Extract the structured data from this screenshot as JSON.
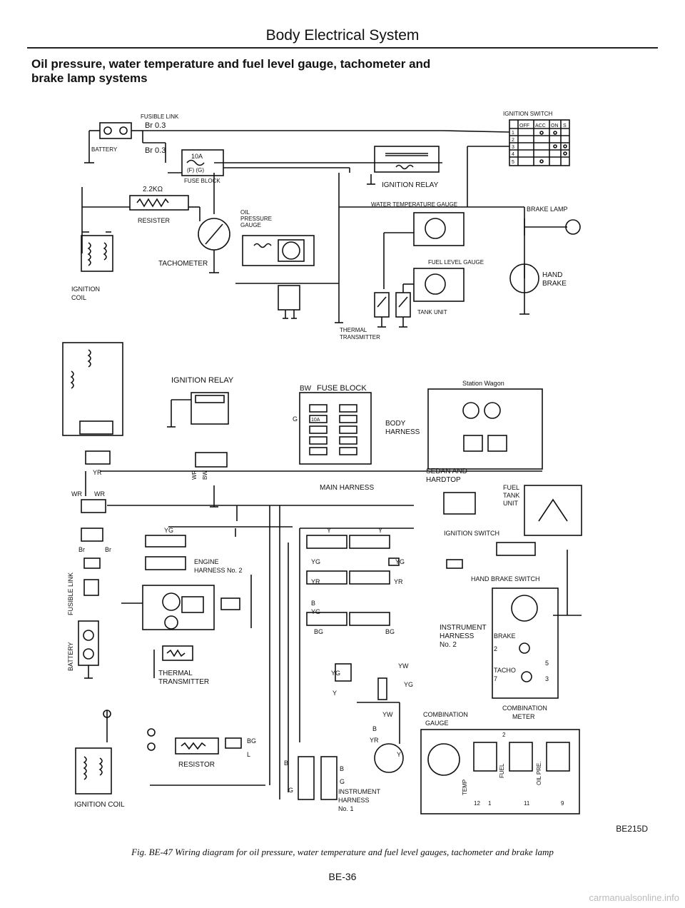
{
  "page": {
    "header": "Body Electrical System",
    "title_line1": "Oil pressure, water temperature and fuel level gauge, tachometer and",
    "title_line2": "brake lamp systems",
    "figure_code": "BE215D",
    "caption": "Fig. BE-47 Wiring diagram for oil pressure, water temperature and fuel level gauges, tachometer and brake lamp",
    "page_number": "BE-36",
    "watermark": "carmanualsonline.info"
  },
  "top_schematic": {
    "fusible_link": "FUSIBLE LINK",
    "wire_br_1": "Br 0.3",
    "wire_br_2": "Br 0.3",
    "battery": "BATTERY",
    "fuse_10a": "10A",
    "fuse_fig": "(F) (G)",
    "fuse_block": "FUSE BLOCK",
    "ignition_relay": "IGNITION RELAY",
    "ignition_switch": "IGNITION SWITCH",
    "switch_positions": [
      "OFF",
      "ACC",
      "ON",
      "S"
    ],
    "switch_rows": [
      "1",
      "2",
      "3",
      "4",
      "5"
    ],
    "resistance": "2.2KΩ",
    "resister": "RESISTER",
    "tachometer": "TACHOMETER",
    "oil_pressure_gauge": [
      "OIL",
      "PRESSURE",
      "GAUGE"
    ],
    "water_temp_gauge": "WATER TEMPERATURE GAUGE",
    "fuel_level_gauge": "FUEL LEVEL GAUGE",
    "brake_lamp": "BRAKE LAMP",
    "hand_brake": [
      "HAND",
      "BRAKE"
    ],
    "ignition_coil": [
      "IGNITION",
      "COIL"
    ],
    "thermal_transmitter": [
      "THERMAL",
      "TRANSMITTER"
    ],
    "tank_unit": "TANK UNIT"
  },
  "bottom_schematic": {
    "ignition_relay": "IGNITION RELAY",
    "fuse_block": "FUSE BLOCK",
    "wire_bw_fuse": "BW",
    "wire_g": "G",
    "fuse_10a": "10A",
    "body_harness": [
      "BODY",
      "HARNESS"
    ],
    "main_harness": "MAIN HARNESS",
    "station_wagon": "Station Wagon",
    "sedan_hardtop": [
      "SEDAN AND",
      "HARDTOP"
    ],
    "fuel_tank_unit": [
      "FUEL",
      "TANK",
      "UNIT"
    ],
    "ignition_switch": "IGNITION SWITCH",
    "engine_harness": [
      "ENGINE",
      "HARNESS No. 2"
    ],
    "hand_brake_switch": "HAND BRAKE SWITCH",
    "instrument_harness_2": [
      "INSTRUMENT",
      "HARNESS",
      "No. 2"
    ],
    "brake": "BRAKE",
    "tacho": "TACHO",
    "combination_gauge": [
      "COMBINATION",
      "GAUGE"
    ],
    "combination_meter": [
      "COMBINATION",
      "METER"
    ],
    "thermal_transmitter": [
      "THERMAL",
      "TRANSMITTER"
    ],
    "resistor": "RESISTOR",
    "ignition_coil": "IGNITION COIL",
    "instrument_harness_1": [
      "INSTRUMENT",
      "HARNESS",
      "No. 1"
    ],
    "fusible_link": "FUSIBLE LINK",
    "battery": "BATTERY",
    "meter_labels": [
      "TEMP",
      "FUEL",
      "OIL PRE."
    ],
    "meter_terminals": [
      "2",
      "12",
      "1",
      "11",
      "9"
    ],
    "brake_terminals": [
      "2",
      "5",
      "7",
      "3"
    ],
    "wire_codes": {
      "yr": "YR",
      "wr": "WR",
      "br": "Br",
      "yg": "YG",
      "y": "Y",
      "b": "B",
      "bg": "BG",
      "l": "L",
      "bw": "BW",
      "yw": "YW",
      "g": "G"
    }
  }
}
